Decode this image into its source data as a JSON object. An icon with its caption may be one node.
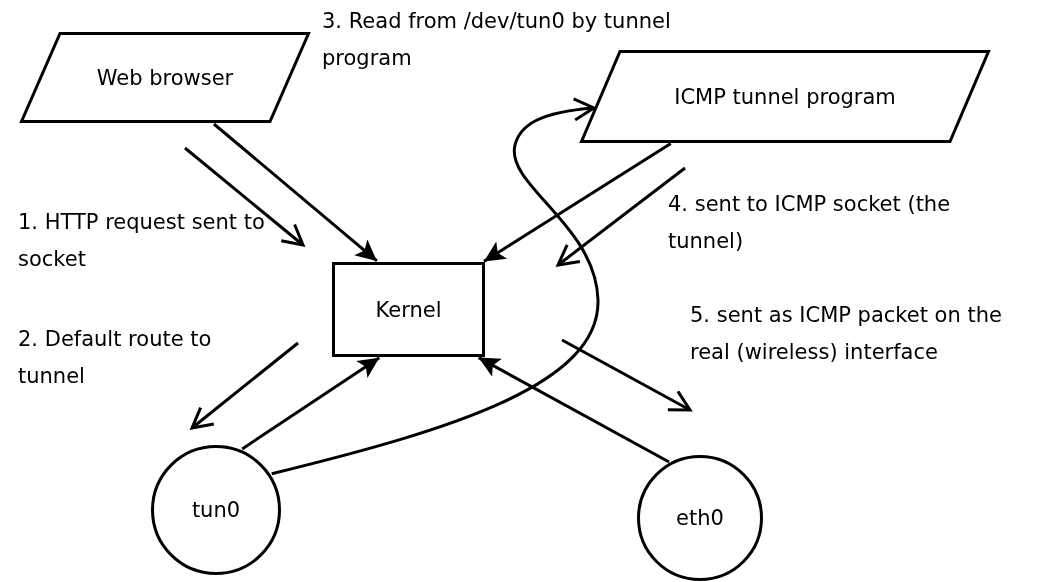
{
  "diagram": {
    "nodes": [
      {
        "text": [
          "Web browser"
        ]
      },
      {
        "text": [
          "ICMP tunnel program"
        ]
      },
      {
        "text": [
          "Kernel"
        ]
      },
      {
        "text": [
          "tun0"
        ]
      },
      {
        "text": [
          "eth0"
        ]
      }
    ],
    "edges": [
      {
        "from": 0,
        "to": 2,
        "arrow": "to"
      },
      {
        "from": 1,
        "to": 2,
        "arrow": "to"
      },
      {
        "from": 3,
        "to": 2,
        "arrow": "to"
      },
      {
        "from": 4,
        "to": 2,
        "arrow": "to"
      },
      {
        "from": 3,
        "to": 1,
        "arrow": "to"
      }
    ],
    "labels": [
      "3. Read from /dev/tun0 by tunnel program",
      "1. HTTP request sent to socket",
      "4. sent to ICMP socket (the tunnel)",
      "2. Default route to tunnel",
      "5. sent as ICMP packet on the real (wireless) interface"
    ]
  }
}
